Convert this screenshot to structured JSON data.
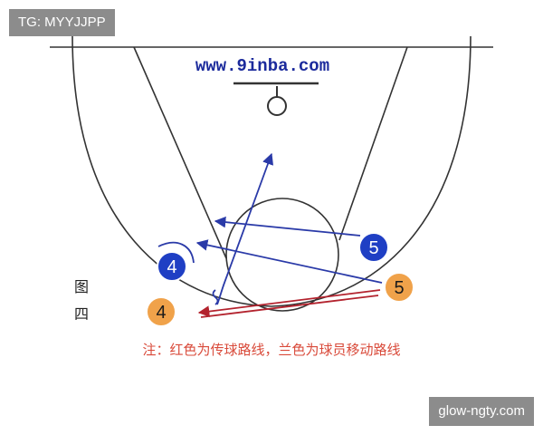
{
  "watermarks": {
    "top_left": "TG: MYYJJPP",
    "bottom_right": "glow-ngty.com"
  },
  "diagram": {
    "site_text": "www.9inba.com",
    "figure_label": [
      "图",
      "四"
    ],
    "note": "注：红色为传球路线，兰色为球员移动路线",
    "players": {
      "blue_4": "4",
      "blue_5": "5",
      "orange_4": "4",
      "orange_5": "5"
    }
  },
  "colors": {
    "court_line": "#333333",
    "blue_player": "#1f3fc4",
    "orange_player": "#f0a24a",
    "blue_route": "#2a3aa8",
    "red_route": "#b3232e",
    "note_text": "#d94a3a",
    "site_text": "#1b2a9c",
    "watermark_bg": "#8c8c8c"
  }
}
